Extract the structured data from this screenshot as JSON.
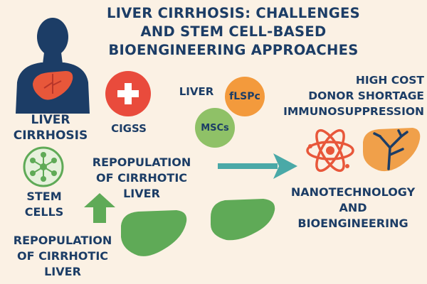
{
  "title": "LIVER CIRRHOSIS: CHALLENGES\nAND STEM CELL-BASED\nBIOENGINEERING APPROACHES",
  "labels": {
    "liver_cirrhosis": "LIVER\nCIRRHOSIS",
    "cigss": "CIGSS",
    "liver": "LIVER",
    "flspc": "fLSPc",
    "mscs": "MSCs",
    "challenges": "HIGH COST\nDONOR SHORTAGE\nIMMUNOSUPPRESSION",
    "stem_cells": "STEM\nCELLS",
    "repop_top": "REPOPULATION\nOF CIRRHOTIC\nLIVER",
    "repop_bottom": "REPOPULATION\nOF CIRRHOTIC\nLIVER",
    "nano": "NANOTECHNOLOGY\nAND\nBIOENGINEERING"
  },
  "colors": {
    "navy": "#1c3d66",
    "liver_orange": "#e8573a",
    "red_circle": "#e94b3c",
    "orange_circle": "#f39a3c",
    "green_circle": "#8fc167",
    "green_liver": "#5faa57",
    "teal_arrow": "#4aa9a7",
    "background": "#fbf1e4"
  },
  "icons": [
    "human-silhouette-icon",
    "liver-icon",
    "medical-cross-icon",
    "stem-cell-icon",
    "up-arrow-icon",
    "right-arrow-icon",
    "atom-icon",
    "liver-vessels-icon"
  ]
}
